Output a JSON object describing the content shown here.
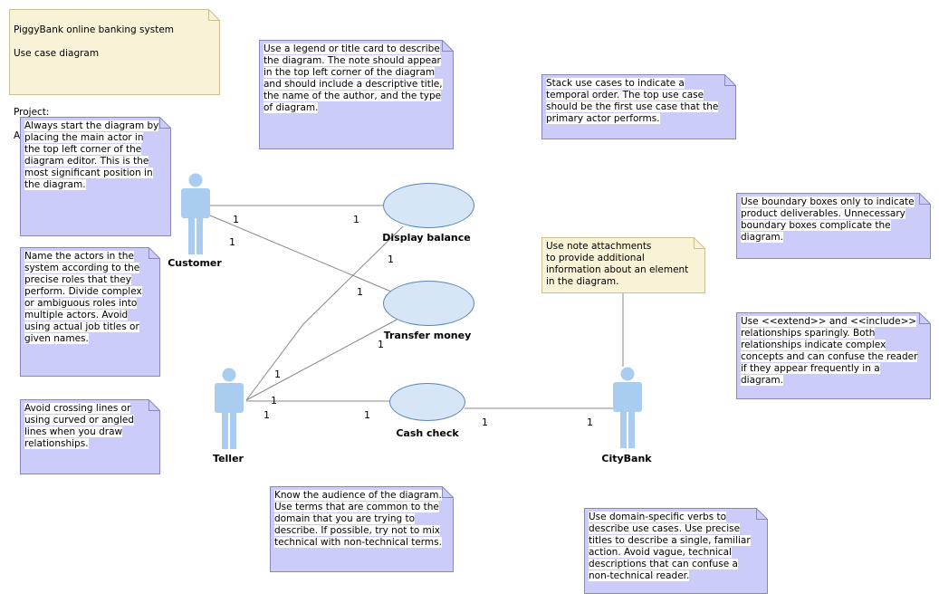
{
  "title_card": {
    "line1": "PiggyBank online banking system",
    "line2": "Use case diagram",
    "project_label": "Project:",
    "author_label": "Author:"
  },
  "notes": {
    "legend": "Use a legend or title card to describe the diagram. The note should appear in the top left corner of the diagram and should include a descriptive title, the name of the author, and the type of diagram.",
    "stack": "Stack use cases to indicate a temporal order. The top use case should be the first use case that the primary actor performs.",
    "start": "Always start the diagram by placing the main actor in the top left corner of the diagram editor. This is the most significant position in the diagram.",
    "boundary": "Use boundary boxes only to indicate product deliverables. Unnecessary boundary boxes complicate the diagram.",
    "attachments": "Use note attachments\nto provide additional information about an element in the diagram.",
    "actors": "Name the actors in the system according to the precise roles that they perform. Divide complex or ambiguous roles into multiple actors. Avoid using actual job titles or given names.",
    "extend": "Use <<extend>> and <<include>> relationships sparingly. Both relationships indicate complex concepts and can confuse the reader if they appear frequently in a diagram.",
    "crossing": "Avoid crossing lines or using curved or angled lines when you draw relationships.",
    "audience": "Know the audience of the diagram. Use terms that are common to the domain that you are trying to describe. If possible, try not to mix technical with non-technical terms.",
    "verbs": "Use domain-specific verbs to describe use cases. Use precise titles to describe a single, familiar action. Avoid vague, technical descriptions that can confuse a non-technical reader."
  },
  "actors": {
    "customer": "Customer",
    "teller": "Teller",
    "citybank": "CityBank"
  },
  "use_cases": {
    "display_balance": "Display balance",
    "transfer_money": "Transfer money",
    "cash_check": "Cash check"
  },
  "multiplicity": "1",
  "colors": {
    "note_fill": "#ccccfa",
    "note_stroke": "#8888bb",
    "title_fill": "#f8f3d6",
    "title_stroke": "#c9c194",
    "usecase_fill": "#d6e6f7",
    "usecase_stroke": "#5b86b5",
    "actor_fill": "#a9cdf0",
    "line": "#888888"
  }
}
